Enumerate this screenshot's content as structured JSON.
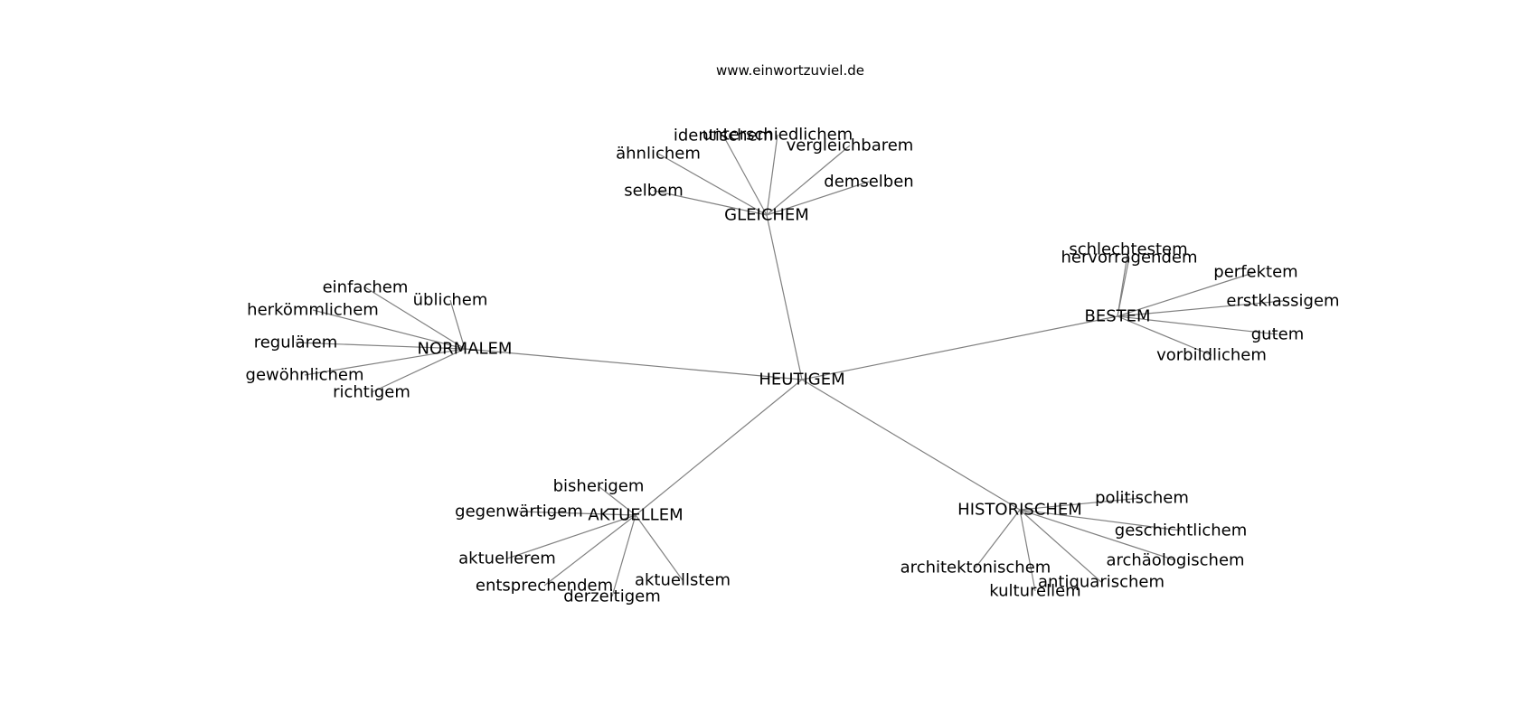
{
  "source_label": "www.einwortzuviel.de",
  "graph": {
    "center": "HEUTIGEM",
    "hubs": [
      {
        "label": "GLEICHEM",
        "leaves": [
          "identischem",
          "unterschiedlichem",
          "ähnlichem",
          "vergleichbarem",
          "selbem",
          "demselben"
        ]
      },
      {
        "label": "NORMALEM",
        "leaves": [
          "einfachem",
          "üblichem",
          "herkömmlichem",
          "regulärem",
          "gewöhnlichem",
          "richtigem"
        ]
      },
      {
        "label": "BESTEM",
        "leaves": [
          "schlechtestem",
          "hervorragendem",
          "perfektem",
          "erstklassigem",
          "gutem",
          "vorbildlichem"
        ]
      },
      {
        "label": "AKTUELLEM",
        "leaves": [
          "bisherigem",
          "gegenwärtigem",
          "aktuellerem",
          "entsprechendem",
          "derzeitigem",
          "aktuellstem"
        ]
      },
      {
        "label": "HISTORISCHEM",
        "leaves": [
          "politischem",
          "geschichtlichem",
          "archäologischem",
          "antiquarischem",
          "kulturellem",
          "architektonischem"
        ]
      }
    ]
  }
}
